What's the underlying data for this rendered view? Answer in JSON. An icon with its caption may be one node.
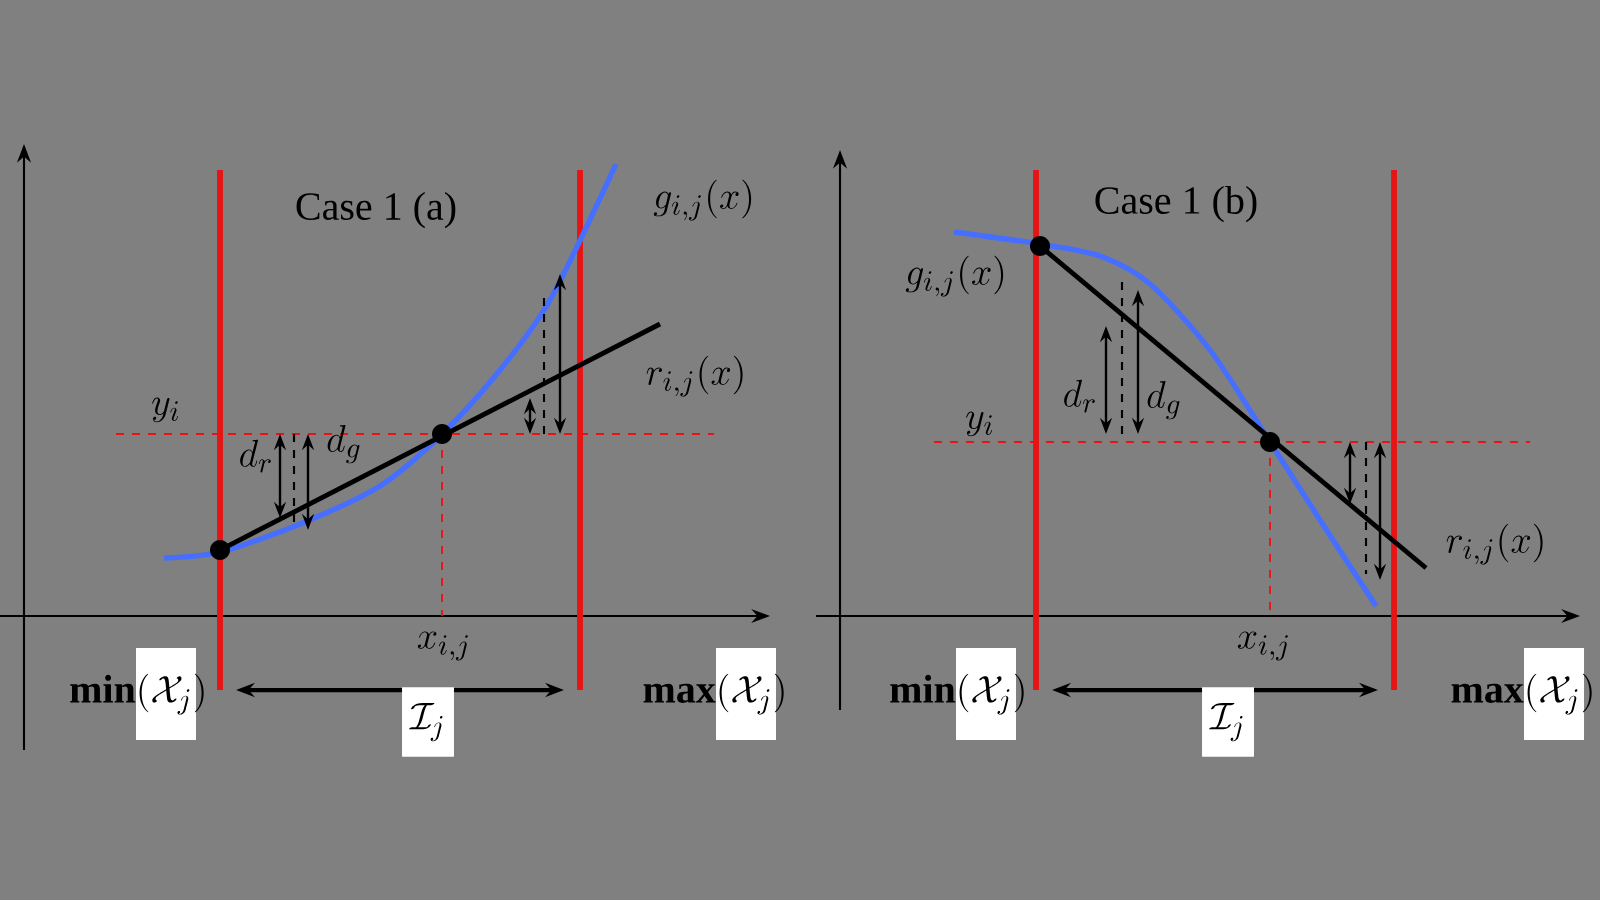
{
  "diagram": {
    "labels": [
      "Case 1  (a)",
      "g_{i,j}(x)",
      "r_{i,j}(x)",
      "y_i",
      "d_r",
      "d_g",
      "x_{i,j}",
      "\\mathbf{min}(\\mathcal{X}_j)",
      "\\mathbf{max}(\\mathcal{X}_j)",
      "\\mathcal{I}_j",
      "Case 1  (b)",
      "g_{i,j}(x)",
      "r_{i,j}(x)",
      "y_i",
      "d_r",
      "d_g",
      "x_{i,j}",
      "\\mathbf{min}(\\mathcal{X}_j)",
      "\\mathbf{max}(\\mathcal{X}_j)",
      "\\mathcal{I}_j"
    ]
  }
}
